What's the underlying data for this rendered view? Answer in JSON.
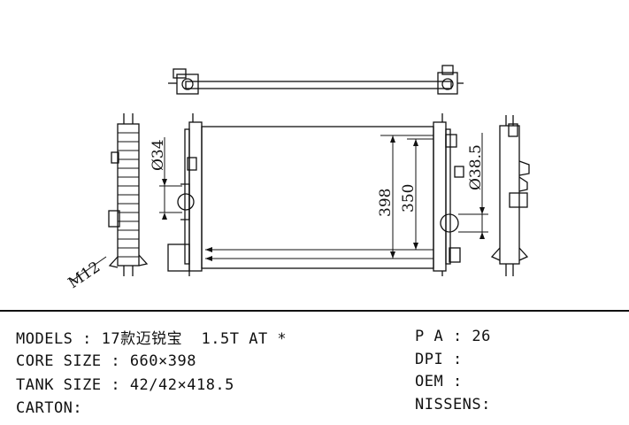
{
  "dimensions": {
    "d34": "Ø34",
    "d38_5": "Ø38.5",
    "h398": "398",
    "h350": "350",
    "m12": "M12"
  },
  "specs": {
    "models": "MODELS : 17款迈锐宝  1.5T AT *",
    "core_size": "CORE SIZE : 660×398",
    "tank_size": "TANK SIZE : 42/42×418.5",
    "carton": "CARTON:",
    "pa": "P A : 26",
    "dpi": "DPI :",
    "oem": "OEM :",
    "nissens": "NISSENS:"
  }
}
